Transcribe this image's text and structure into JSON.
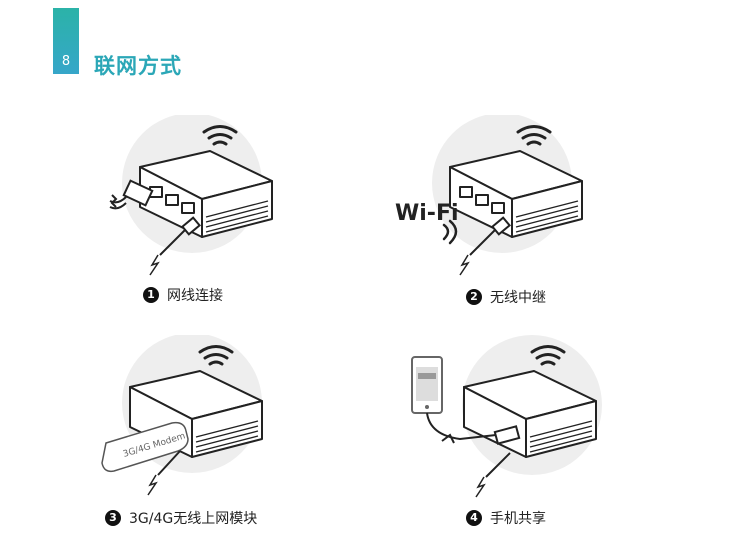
{
  "section": {
    "number": "8",
    "title": "联网方式"
  },
  "panels": [
    {
      "badge": "1",
      "label": "网线连接"
    },
    {
      "badge": "2",
      "label": "无线中继",
      "wifi_text": "Wi-Fi"
    },
    {
      "badge": "3",
      "label": "3G/4G无线上网模块",
      "modem_text": "3G/4G Modem"
    },
    {
      "badge": "4",
      "label": "手机共享"
    }
  ],
  "colors": {
    "accent": "#2ba7b7",
    "circle": "#eeeeee",
    "line": "#222222"
  }
}
